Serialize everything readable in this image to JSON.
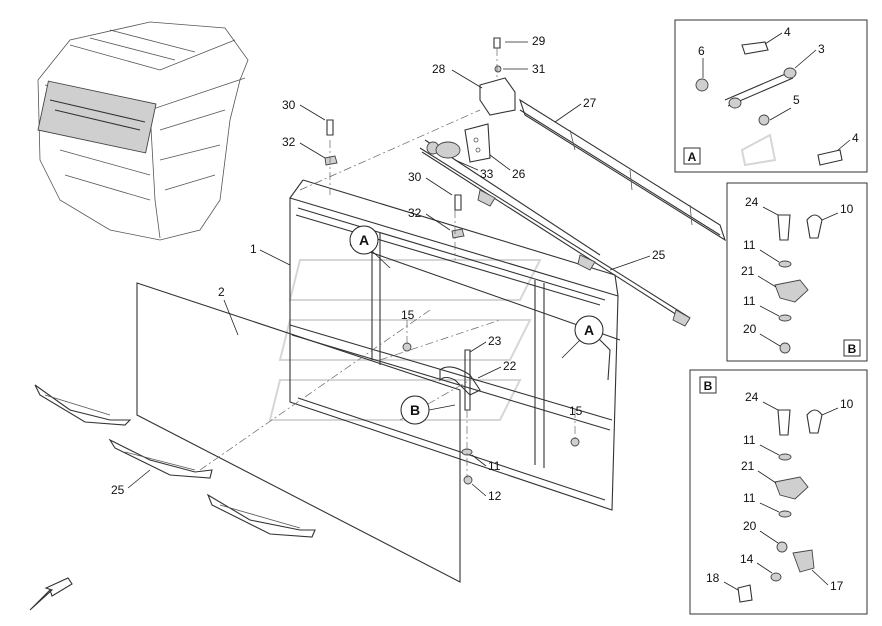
{
  "diagram": {
    "part_labels": {
      "p29": "29",
      "p31": "31",
      "p28": "28",
      "p30a": "30",
      "p32a": "32",
      "p33": "33",
      "p26": "26",
      "p27": "27",
      "p30b": "30",
      "p32b": "32",
      "p1": "1",
      "p2": "2",
      "p25a": "25",
      "p15a": "15",
      "p23": "23",
      "p22": "22",
      "p15b": "15",
      "p11": "11",
      "p12": "12",
      "p25b": "25"
    },
    "callouts": {
      "a1": "A",
      "a2": "A",
      "b1": "B"
    },
    "detail_a": {
      "tag": "A",
      "labels": {
        "p4a": "4",
        "p6": "6",
        "p3": "3",
        "p5": "5",
        "p4b": "4"
      }
    },
    "detail_b1": {
      "tag": "B",
      "labels": {
        "p24": "24",
        "p10": "10",
        "p11a": "11",
        "p21": "21",
        "p11b": "11",
        "p20": "20"
      }
    },
    "detail_b2": {
      "tag": "B",
      "labels": {
        "p24": "24",
        "p10": "10",
        "p11a": "11",
        "p21": "21",
        "p11b": "11",
        "p20": "20",
        "p14": "14",
        "p18": "18",
        "p17": "17"
      }
    }
  }
}
